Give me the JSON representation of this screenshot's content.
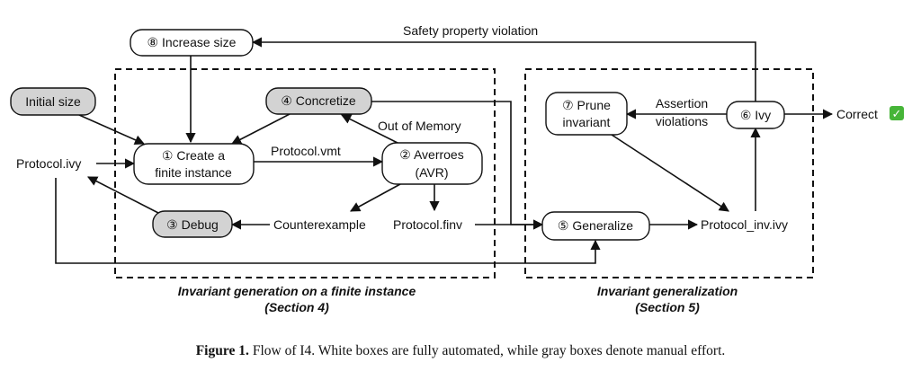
{
  "figure": {
    "caption_bold": "Figure 1.",
    "caption_text": "Flow of I4. White boxes are fully automated, while gray boxes denote manual effort."
  },
  "regions": {
    "finite": {
      "caption_line1": "Invariant generation on a finite instance",
      "caption_line2": "(Section 4)"
    },
    "general": {
      "caption_line1": "Invariant generalization",
      "caption_line2": "(Section 5)"
    }
  },
  "nodes": {
    "increase_size": "⑧ Increase size",
    "initial_size": "Initial size",
    "concretize": "④ Concretize",
    "create_instance_l1": "① Create a",
    "create_instance_l2": "finite instance",
    "averroes_l1": "② Averroes",
    "averroes_l2": "(AVR)",
    "debug": "③ Debug",
    "prune_l1": "⑦ Prune",
    "prune_l2": "invariant",
    "ivy": "⑥ Ivy",
    "generalize": "⑤ Generalize",
    "correct": "Correct",
    "correct_check": "✓"
  },
  "labels": {
    "protocol_ivy": "Protocol.ivy",
    "protocol_vmt": "Protocol.vmt",
    "out_of_memory": "Out of Memory",
    "counterexample": "Counterexample",
    "protocol_finv": "Protocol.finv",
    "protocol_inv_ivy": "Protocol_inv.ivy",
    "safety_violation": "Safety property violation",
    "assertion_l1": "Assertion",
    "assertion_l2": "violations"
  },
  "colors": {
    "manual_box": "#d3d3d3",
    "automated_box": "#ffffff",
    "check_green": "#46b538"
  }
}
